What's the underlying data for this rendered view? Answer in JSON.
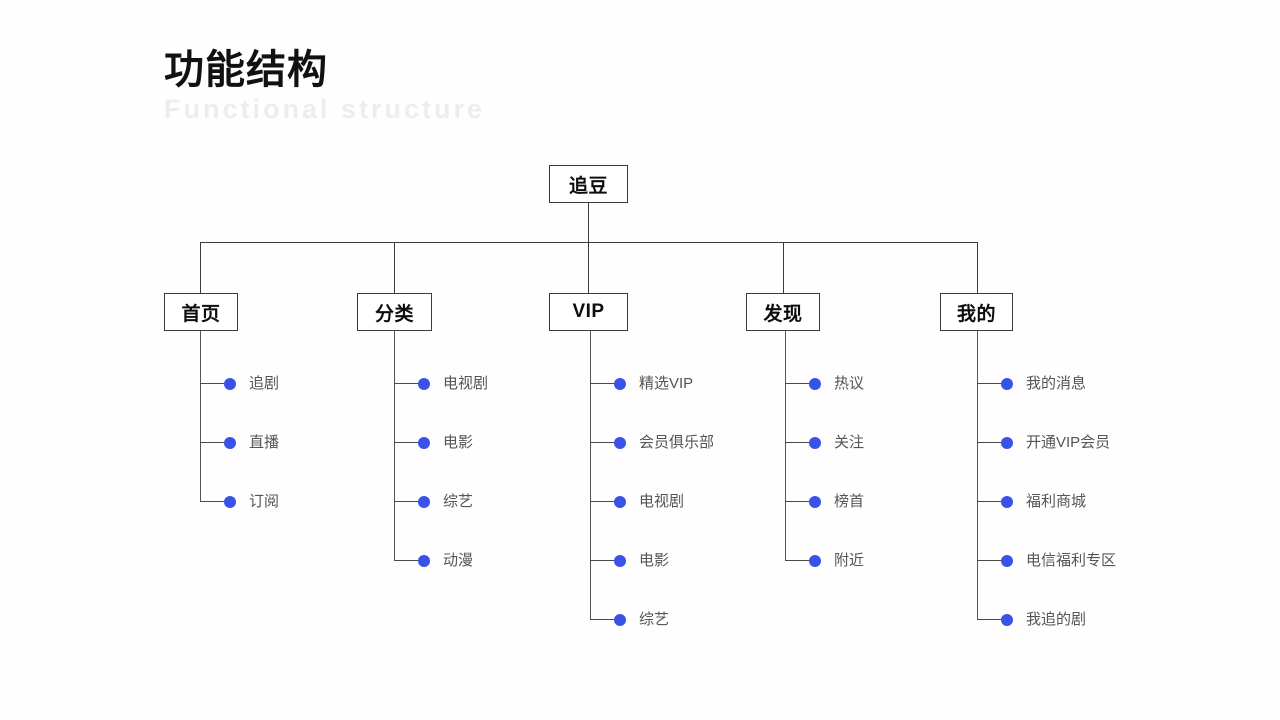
{
  "page": {
    "background": "#fefefe",
    "accent_color": "#3a52e8",
    "line_color": "#3c3c3c",
    "leaf_text_color": "#555555"
  },
  "header": {
    "title_cn": "功能结构",
    "title_en": "Functional structure"
  },
  "tree": {
    "root": {
      "label": "追豆"
    },
    "branches": [
      {
        "label": "首页",
        "children": [
          "追剧",
          "直播",
          "订阅"
        ]
      },
      {
        "label": "分类",
        "children": [
          "电视剧",
          "电影",
          "综艺",
          "动漫"
        ]
      },
      {
        "label": "VIP",
        "children": [
          "精选VIP",
          "会员俱乐部",
          "电视剧",
          "电影",
          "综艺"
        ]
      },
      {
        "label": "发现",
        "children": [
          "热议",
          "关注",
          "榜首",
          "附近"
        ]
      },
      {
        "label": "我的",
        "children": [
          "我的消息",
          "开通VIP会员",
          "福利商城",
          "电信福利专区",
          "我追的剧"
        ]
      }
    ]
  }
}
